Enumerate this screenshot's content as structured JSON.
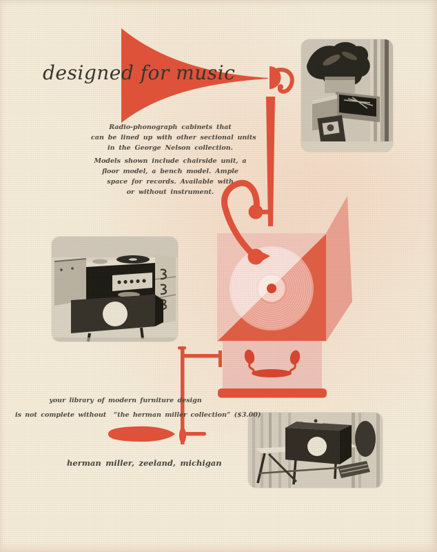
{
  "page": {
    "background_color": "#f3ecda",
    "accent_color": "#e0513a"
  },
  "title": "designed for music",
  "body_copy": {
    "lines": [
      "Radio-phonograph cabinets that",
      "can be lined up with other sectional units",
      "in the George Nelson collection.",
      "Models shown include chairside unit, a",
      "floor model, a bench model. Ample",
      "space for records. Available with",
      "or without instrument."
    ]
  },
  "promo": {
    "lines": [
      "your library of modern furniture design",
      "is not complete without  “the herman miller collection” ($3.00)"
    ]
  },
  "footer": "herman miller, zeeland, michigan",
  "illustration": {
    "accent_color": "#e0513a",
    "knob_color": "#d6452f",
    "pale_pink": "#efc5ba",
    "salmon": "#e9a191",
    "deep_salmon": "#de5e44",
    "elements": [
      "gramophone-horn",
      "needle-stem",
      "tone-arm",
      "record-box",
      "turntable-disc",
      "hand-crank"
    ]
  },
  "photos": [
    {
      "name": "chairside-unit-with-plant"
    },
    {
      "name": "radio-phonograph-cabinet-open"
    },
    {
      "name": "bench-model-with-records"
    }
  ]
}
